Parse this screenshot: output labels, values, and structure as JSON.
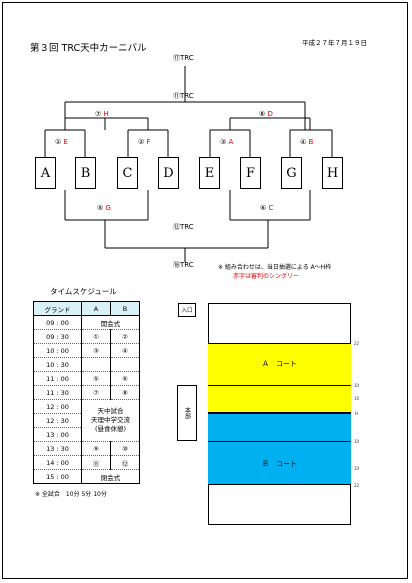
{
  "header": {
    "title": "第３回 TRC天中カーニバル",
    "date": "平成２７年７月１９日"
  },
  "bracket": {
    "top_final": "⑰TRC",
    "top_semi": "⑪TRC",
    "upper_h": {
      "num": "⑦",
      "name": "H"
    },
    "upper_d": {
      "num": "⑧",
      "name": "D"
    },
    "first_round": [
      {
        "num": "①",
        "name": "E"
      },
      {
        "num": "②",
        "name": "F"
      },
      {
        "num": "③",
        "name": "A"
      },
      {
        "num": "④",
        "name": "B"
      }
    ],
    "teams": [
      "A",
      "B",
      "C",
      "D",
      "E",
      "F",
      "G",
      "H"
    ],
    "lower_g": {
      "num": "⑤",
      "name": "G"
    },
    "lower_c": {
      "num": "⑥",
      "name": "C"
    },
    "bottom_semi": "⑫TRC",
    "bottom_final": "⑱TRC"
  },
  "notes": {
    "line1": "※ 組み合わせは、当日抽選による A～H枠",
    "line2": "赤字は審判のシングリー"
  },
  "schedule": {
    "title": "タイムスケジュール",
    "headers": [
      "グランド",
      "A",
      "B"
    ],
    "rows": [
      {
        "time": "09 : 00",
        "a": "開会式",
        "b": "",
        "span": true
      },
      {
        "time": "09 : 30",
        "a": "①",
        "b": "②"
      },
      {
        "time": "10 : 00",
        "a": "③",
        "b": "④"
      },
      {
        "time": "10 : 30",
        "a": "",
        "b": ""
      },
      {
        "time": "11 : 00",
        "a": "⑤",
        "b": "⑥"
      },
      {
        "time": "11 : 30",
        "a": "⑦",
        "b": "⑧"
      },
      {
        "time": "12 : 00",
        "a": "",
        "b": ""
      },
      {
        "time": "12 : 30",
        "a": "",
        "b": ""
      },
      {
        "time": "13 : 00",
        "a": "",
        "b": ""
      },
      {
        "time": "13 : 30",
        "a": "⑨",
        "b": "⑩"
      },
      {
        "time": "14 : 00",
        "a": "⑪",
        "b": "⑫"
      },
      {
        "time": "15 : 00",
        "a": "閉会式",
        "b": "",
        "span": true
      }
    ],
    "lunch": [
      "天中試合",
      "天理中学交流",
      "(昼食休憩)"
    ],
    "footer": "※ 全試合　10分 5分 10分"
  },
  "map": {
    "entrance": "入口",
    "hq": "本部",
    "court_a": "Ａ　コート",
    "court_b": "Ｂ　コート",
    "ticks": [
      "22",
      "10",
      "10",
      "H",
      "10",
      "10",
      "22"
    ],
    "colors": {
      "court_a": "#ffff00",
      "court_b": "#00b0f0"
    }
  }
}
